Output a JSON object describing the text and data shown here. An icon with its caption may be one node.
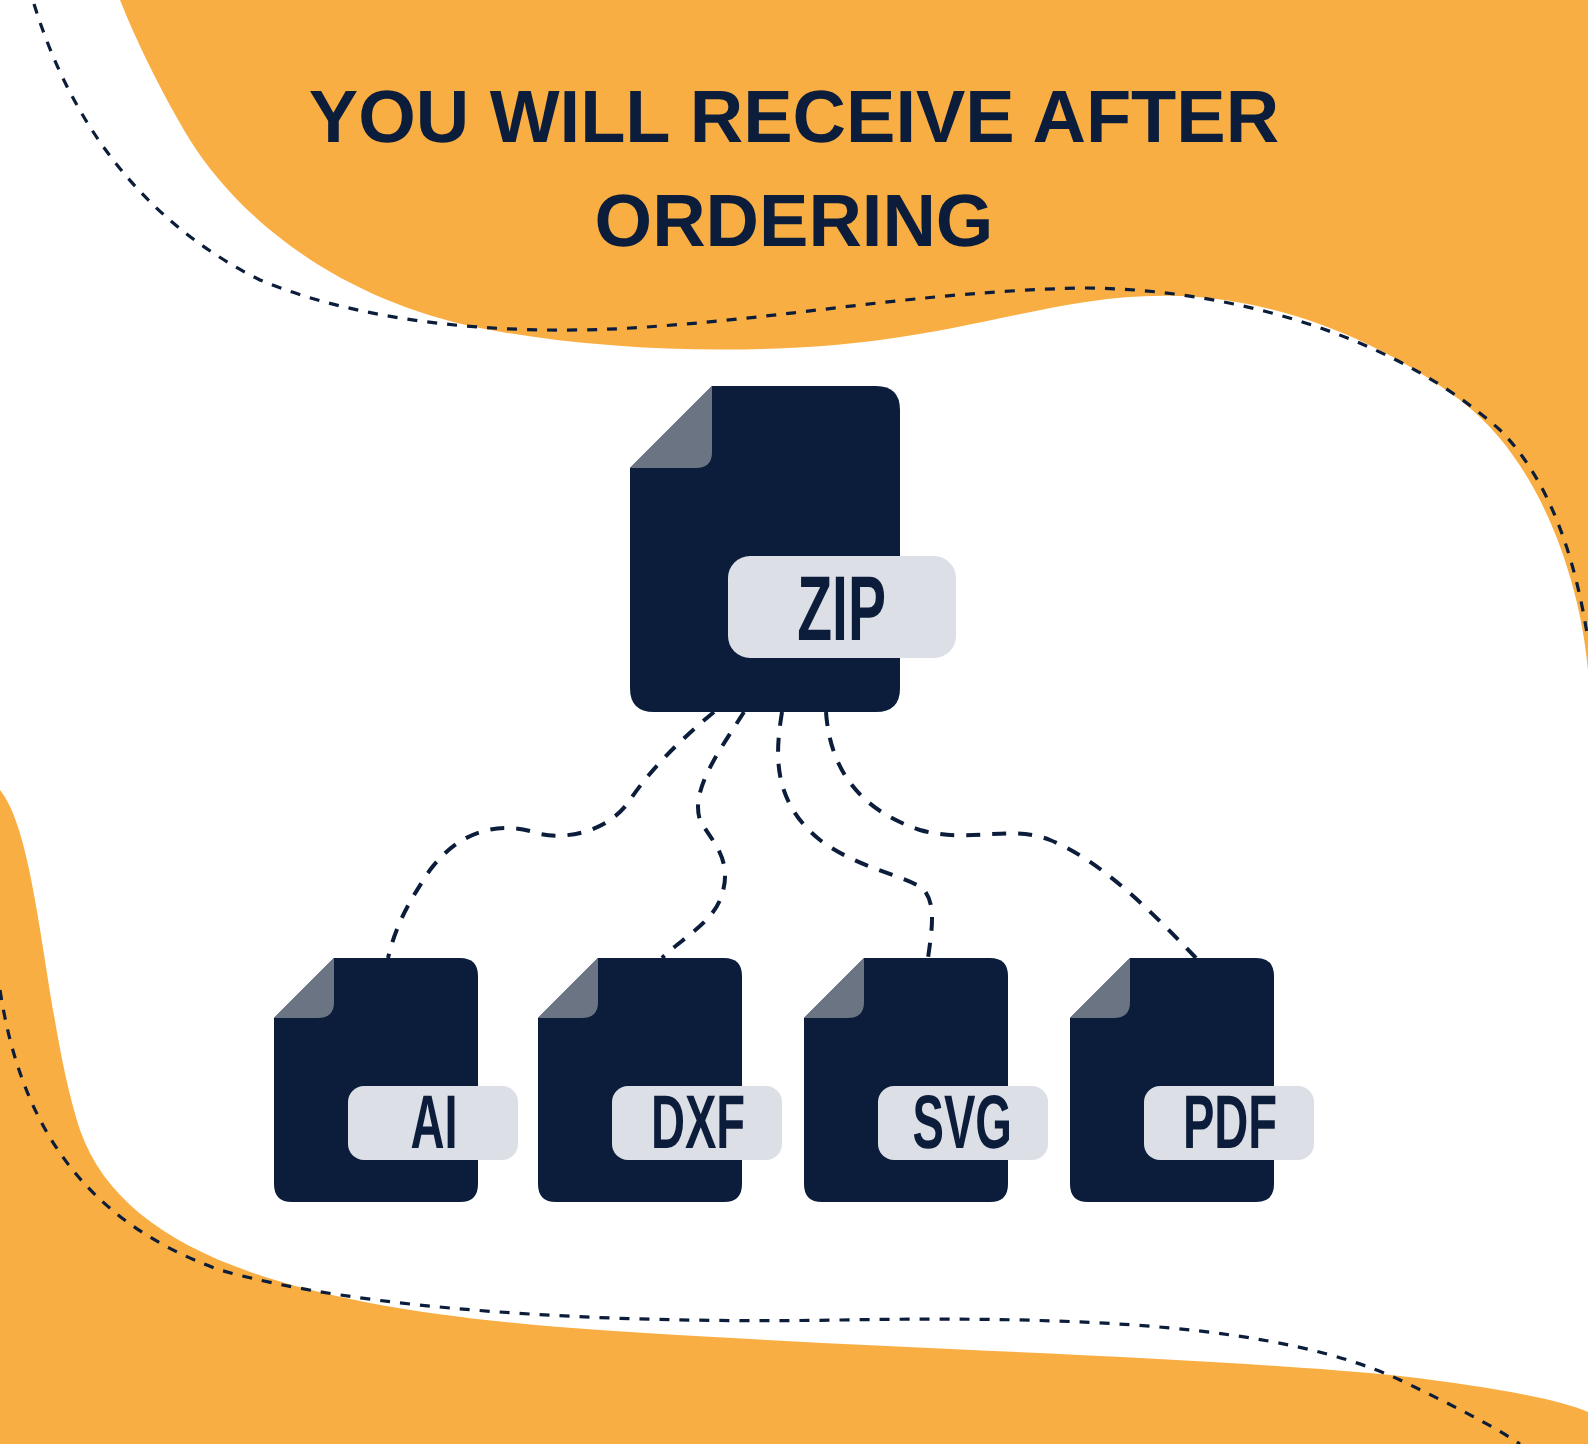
{
  "diagram": {
    "title": "YOU WILL RECEIVE AFTER ORDERING",
    "nodes": [
      {
        "text": [
          "ZIP"
        ]
      },
      {
        "text": [
          "AI"
        ]
      },
      {
        "text": [
          "DXF"
        ]
      },
      {
        "text": [
          "SVG"
        ]
      },
      {
        "text": [
          "PDF"
        ]
      }
    ],
    "edges": [
      {
        "from": 0,
        "to": 1,
        "arrow": "none",
        "style": "dashed"
      },
      {
        "from": 0,
        "to": 2,
        "arrow": "none",
        "style": "dashed"
      },
      {
        "from": 0,
        "to": 3,
        "arrow": "none",
        "style": "dashed"
      },
      {
        "from": 0,
        "to": 4,
        "arrow": "none",
        "style": "dashed"
      }
    ]
  }
}
